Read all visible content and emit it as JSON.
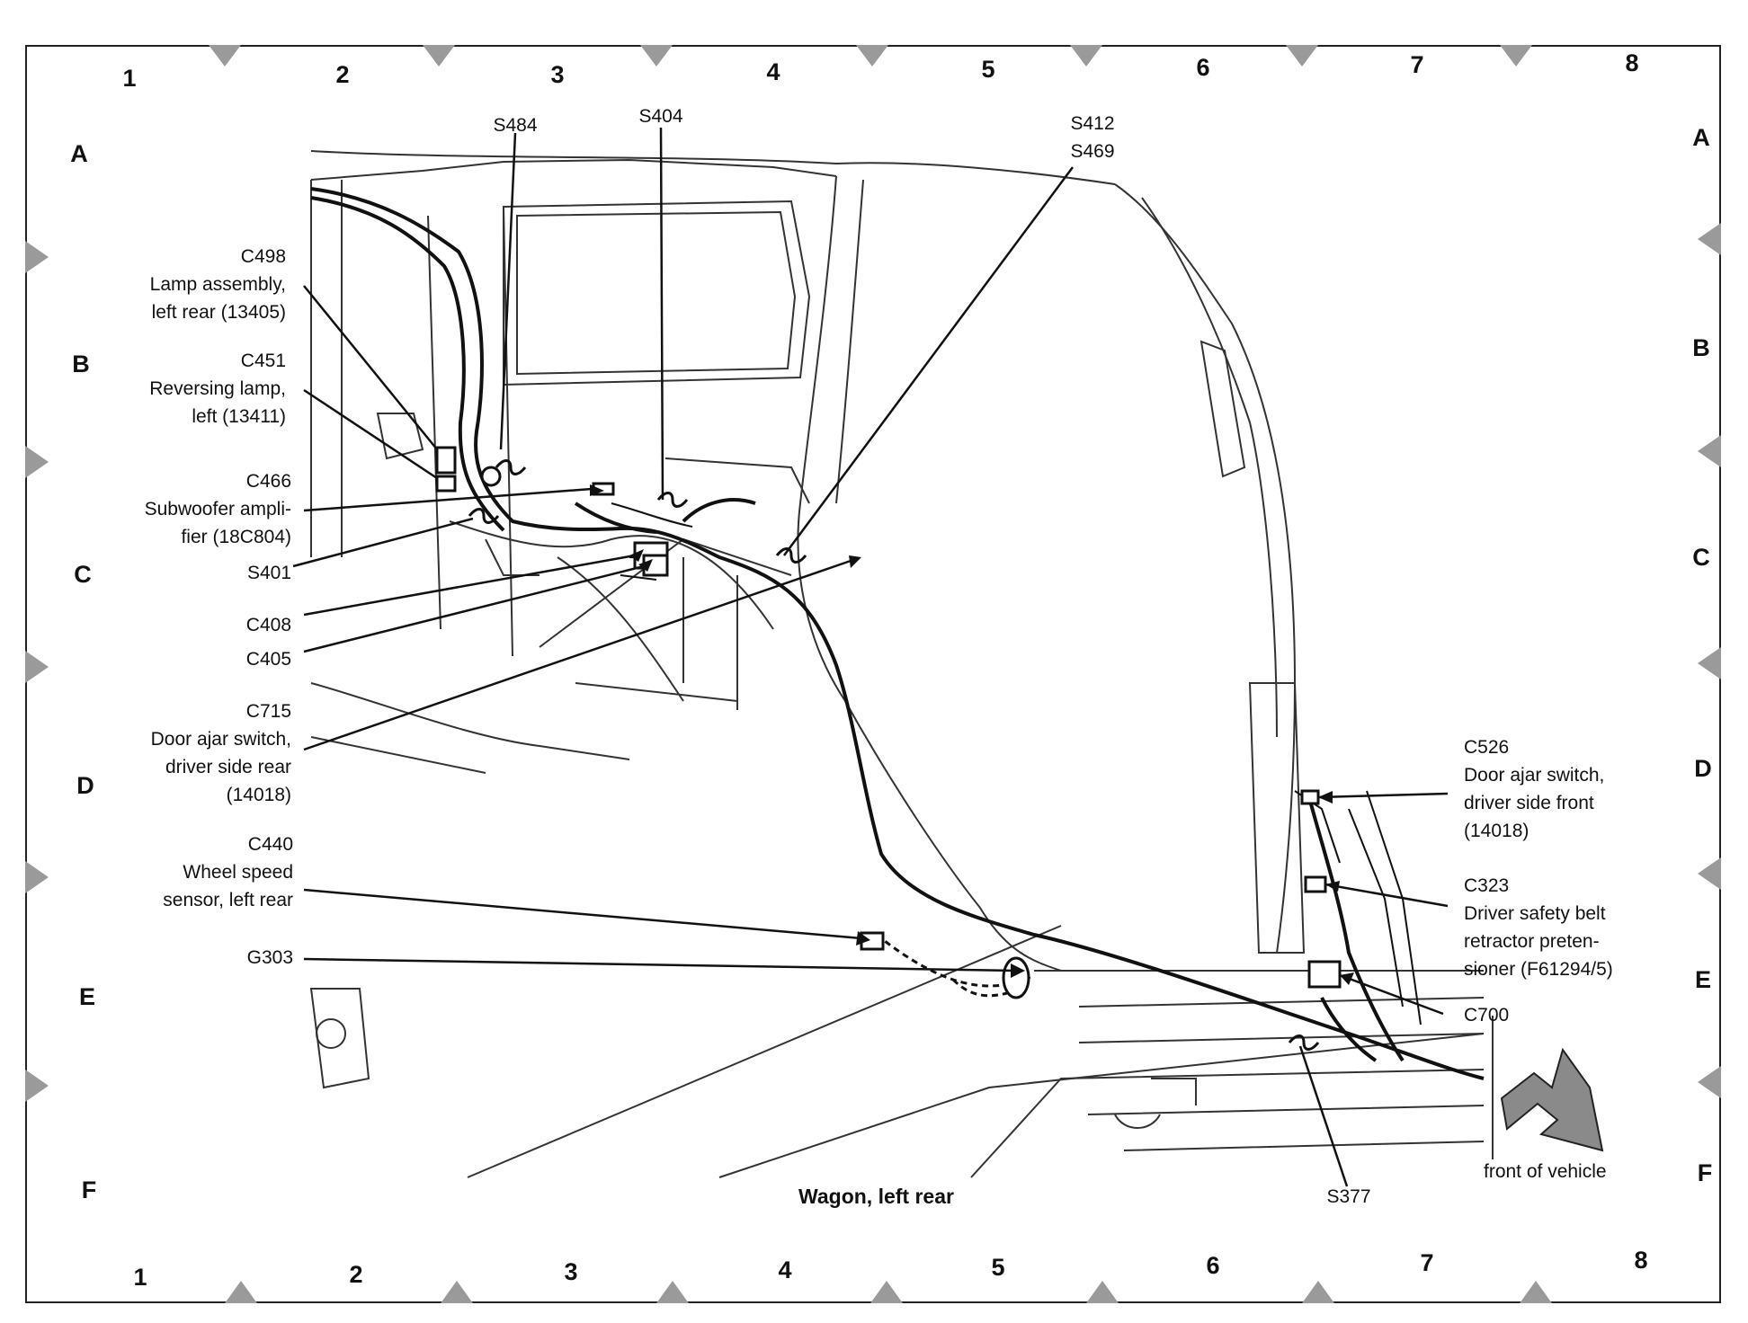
{
  "grid": {
    "columns": [
      "1",
      "2",
      "3",
      "4",
      "5",
      "6",
      "7",
      "8"
    ],
    "rows": [
      "A",
      "B",
      "C",
      "D",
      "E",
      "F"
    ]
  },
  "caption": "Wagon, left rear",
  "direction_label": "front of vehicle",
  "callouts": {
    "s484": [
      "S484"
    ],
    "s404": [
      "S404"
    ],
    "s412": [
      "S412",
      "S469"
    ],
    "c498": [
      "C498",
      "Lamp assembly,",
      "left rear (13405)"
    ],
    "c451": [
      "C451",
      "Reversing lamp,",
      "left (13411)"
    ],
    "c466": [
      "C466",
      "Subwoofer ampli-",
      "fier (18C804)"
    ],
    "s401": [
      "S401"
    ],
    "c408": [
      "C408"
    ],
    "c405": [
      "C405"
    ],
    "c715": [
      "C715",
      "Door ajar switch,",
      "driver side rear",
      "(14018)"
    ],
    "c440": [
      "C440",
      "Wheel speed",
      "sensor, left rear"
    ],
    "g303": [
      "G303"
    ],
    "c526": [
      "C526",
      "Door ajar switch,",
      "driver side front",
      "(14018)"
    ],
    "c323": [
      "C323",
      "Driver safety belt",
      "retractor preten-",
      "sioner (F61294/5)"
    ],
    "c700": [
      "C700"
    ],
    "s377": [
      "S377"
    ]
  }
}
